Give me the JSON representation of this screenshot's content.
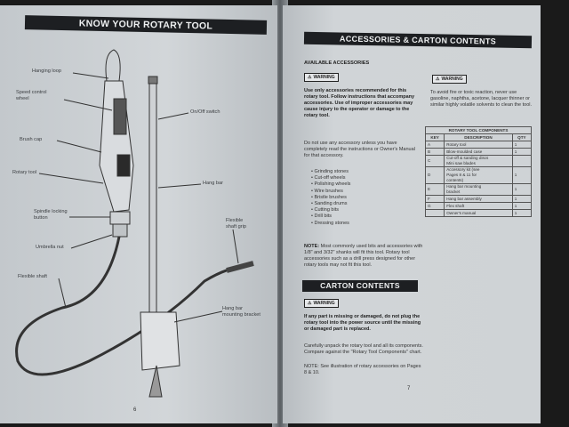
{
  "left": {
    "title": "KNOW YOUR ROTARY TOOL",
    "labels": {
      "hanging_loop": "Hanging loop",
      "speed_control": "Speed control\nwheel",
      "brush_cap": "Brush cap",
      "rotary_tool": "Rotary tool",
      "spindle_lock": "Spindle locking\nbutton",
      "umbrella_nut": "Umbrella nut",
      "flexible_shaft": "Flexible shaft",
      "on_off": "On/Off switch",
      "hang_bar": "Hang bar",
      "flexible_shaft_grip": "Flexible\nshaft grip",
      "hang_bar_bracket": "Hang bar\nmounting bracket"
    },
    "page_number": "6"
  },
  "right": {
    "title": "ACCESSORIES & CARTON CONTENTS",
    "available_heading": "AVAILABLE ACCESSORIES",
    "warning_label": "WARNING",
    "warning_text": "Use only accessories recommended for this rotary tool. Follow instructions that accompany accessories. Use of improper accessories may cause injury to the operator or damage to the rotary tool.",
    "do_not_text": "Do not use any accessory unless you have completely read the instructions or Owner's Manual for that accessory.",
    "accessories": [
      "Grinding stones",
      "Cut-off wheels",
      "Polishing wheels",
      "Wire brushes",
      "Bristle brushes",
      "Sanding drums",
      "Cutting bits",
      "Drill bits",
      "Dressing stones"
    ],
    "note_label": "NOTE:",
    "note_text": "Most commonly used bits and accessories with 1/8\" and 3/32\" shanks will fit this tool. Rotary tool accessories such as a drill press designed for other rotary tools may not fit this tool.",
    "right_warning_text": "To avoid fire or toxic reaction, never use gasoline, naphtha, acetone, lacquer thinner or similar highly volatile solvents to clean the tool.",
    "table": {
      "title": "ROTARY TOOL COMPONENTS",
      "headers": [
        "KEY",
        "DESCRIPTION",
        "QTY"
      ],
      "rows": [
        [
          "A",
          "Rotary tool",
          "1"
        ],
        [
          "B",
          "Blow-moulded case",
          "1"
        ],
        [
          "C",
          "Cut-off & sanding discs\nMini saw blades",
          ""
        ],
        [
          "D",
          "Accessory kit (see\nPages 8 & 11 for\ncontents)",
          "1"
        ],
        [
          "E",
          "Hang bar mounting\nbracket",
          "1"
        ],
        [
          "F",
          "Hang bar assembly",
          "1"
        ],
        [
          "G",
          "Flex shaft",
          "1"
        ],
        [
          "",
          "Owner's manual",
          "1"
        ]
      ]
    },
    "carton_title": "CARTON CONTENTS",
    "carton_warning": "WARNING",
    "carton_bold": "If any part is missing or damaged, do not plug the rotary tool into the power source until the missing or damaged part is replaced.",
    "carton_text": "Carefully unpack the rotary tool and all its components. Compare against the \"Rotary Tool Components\" chart.",
    "carton_note": "NOTE: See illustration of rotary accessories on Pages 8 & 10.",
    "page_number": "7"
  }
}
